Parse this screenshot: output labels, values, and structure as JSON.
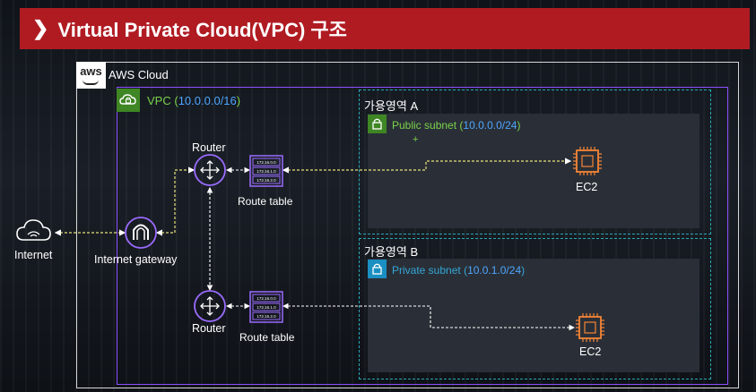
{
  "header": {
    "title": "Virtual Private Cloud(VPC) 구조"
  },
  "aws_cloud": {
    "logo": "aws",
    "label": "AWS Cloud"
  },
  "vpc": {
    "label": "VPC",
    "cidr_prefix": "(",
    "cidr": "10.0.0.0/16",
    "cidr_suffix": ")"
  },
  "az_a": {
    "label": "가용영역 A",
    "subnet": {
      "label": "Public subnet",
      "cidr_open": "(",
      "cidr": "10.0.0.0/24",
      "cidr_close": ")"
    },
    "ec2_label": "EC2"
  },
  "az_b": {
    "label": "가용영역 B",
    "subnet": {
      "label": "Private subnet",
      "cidr_open": "(",
      "cidr": "10.0.1.0/24",
      "cidr_close": ")"
    },
    "ec2_label": "EC2"
  },
  "internet": {
    "label": "Internet"
  },
  "igw": {
    "label": "Internet gateway"
  },
  "router_top": {
    "label": "Router"
  },
  "router_bottom": {
    "label": "Router"
  },
  "route_table_top": {
    "label": "Route table",
    "rows": [
      "172.16.0.0",
      "172.16.1.0",
      "172.16.2.0"
    ]
  },
  "route_table_bottom": {
    "label": "Route table",
    "rows": [
      "172.16.0.0",
      "172.16.1.0",
      "172.16.2.0"
    ]
  },
  "colors": {
    "header": "#b01b22",
    "vpc_border": "#8c4fff",
    "vpc_badge": "#3f8624",
    "az_border": "#2aa8b5",
    "public_subnet": "#7bd24a",
    "private_subnet": "#34a7d8",
    "cidr_blue": "#4ea6ff",
    "ec2": "#f58536",
    "router": "#9b6bff",
    "connector": "#e8e07a"
  }
}
